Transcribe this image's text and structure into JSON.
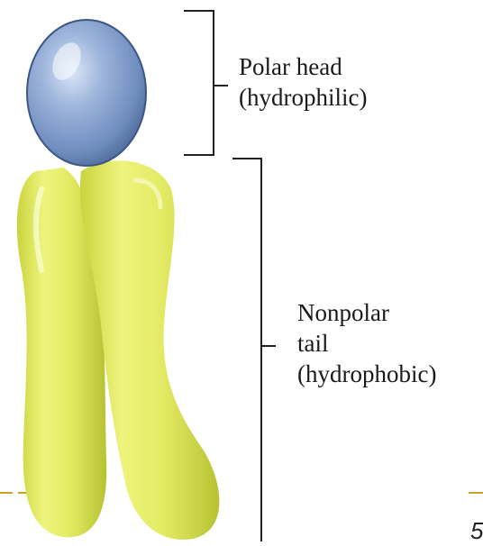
{
  "labels": {
    "head_line1": "Polar head",
    "head_line2": "(hydrophilic)",
    "tail_line1": "Nonpolar",
    "tail_line2": "tail",
    "tail_line3": "(hydrophobic)"
  },
  "page_number": "5",
  "colors": {
    "head_fill": "#8aa4cf",
    "head_shadow": "#4f6c9c",
    "tail_fill": "#e4ec6a",
    "tail_shadow": "#b7c232",
    "bracket": "#222222",
    "accent_rule": "#c9a227"
  }
}
